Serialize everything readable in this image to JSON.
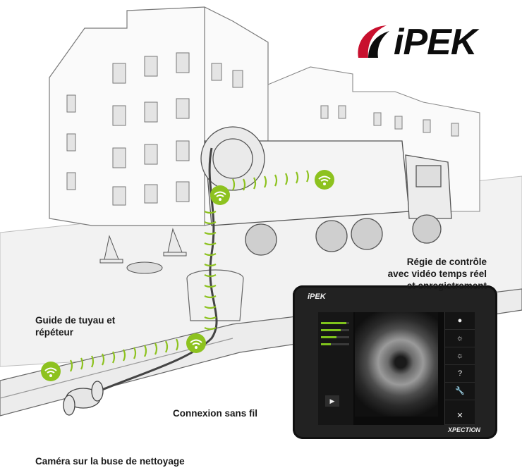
{
  "brand": {
    "logo_text": "iPEK",
    "colors": {
      "red": "#c8102e",
      "black": "#0d0d0d",
      "wifi_green": "#8dc21f"
    }
  },
  "labels": {
    "regie": [
      "Régie de contrôle",
      "avec vidéo temps réel",
      "et enregistrement"
    ],
    "guide": [
      "Guide de tuyau et",
      "répéteur"
    ],
    "connexion": "Connexion sans fil",
    "camera": "Caméra sur la buse de nettoyage"
  },
  "tablet": {
    "brand": "iPEK",
    "model": "XPECTION",
    "meters": [
      0.9,
      0.7,
      0.55,
      0.35
    ],
    "buttons": [
      "●",
      "☼",
      "☼",
      "?",
      "🔧",
      "✕"
    ]
  },
  "wifi_icons": [
    "wifi-icon-top-right",
    "wifi-icon-top-left",
    "wifi-icon-middle",
    "wifi-icon-bottom-left"
  ]
}
